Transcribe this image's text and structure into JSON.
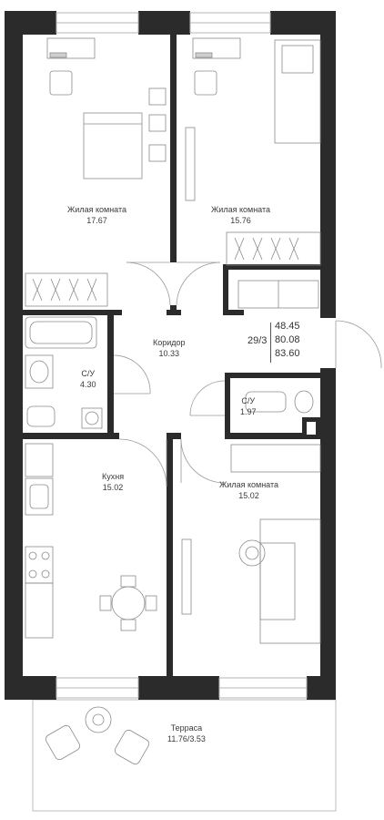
{
  "rooms": [
    {
      "id": "living1",
      "name": "Жилая комната",
      "area": "17.67"
    },
    {
      "id": "living2",
      "name": "Жилая комната",
      "area": "15.76"
    },
    {
      "id": "corridor",
      "name": "Коридор",
      "area": "10.33"
    },
    {
      "id": "bath1",
      "name": "С/У",
      "area": "4.30"
    },
    {
      "id": "bath2",
      "name": "С/У",
      "area": "1.97"
    },
    {
      "id": "kitchen",
      "name": "Кухня",
      "area": "15.02"
    },
    {
      "id": "living3",
      "name": "Жилая комната",
      "area": "15.02"
    },
    {
      "id": "terrace",
      "name": "Терраса",
      "area": "11.76/3.53"
    }
  ],
  "summary": {
    "floor_apartment": "29/3",
    "area_living": "48.45",
    "area_total": "80.08",
    "area_full": "83.60"
  },
  "colors": {
    "wall": "#2b2b2b",
    "furniture": "#8a8a8a",
    "window": "#b5b5b5",
    "text": "#3a3a3a"
  }
}
